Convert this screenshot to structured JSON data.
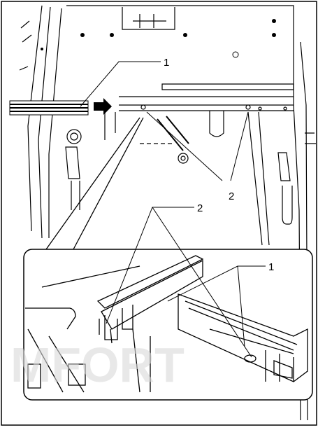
{
  "callouts": {
    "top_rail": "1",
    "top_screws": "2",
    "detail_screws": "2",
    "detail_rail": "1"
  },
  "watermark": "MFORT"
}
